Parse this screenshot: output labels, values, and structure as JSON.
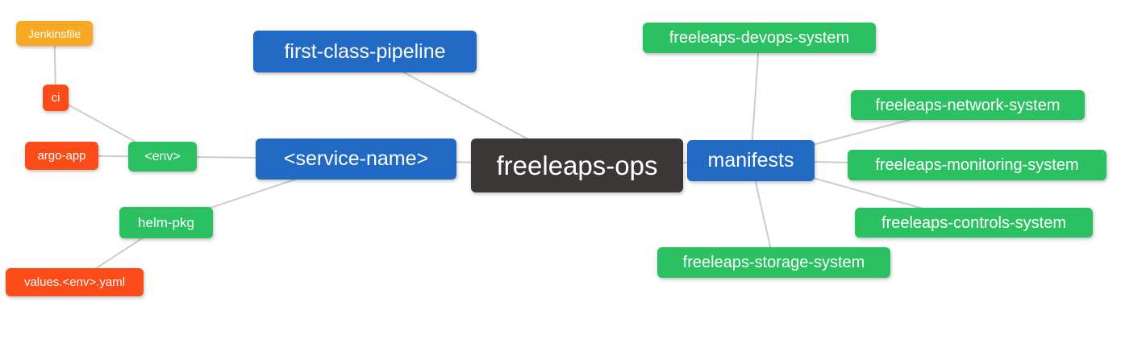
{
  "diagram": {
    "type": "mindmap",
    "root_label": "freeleaps-ops",
    "colors": {
      "background": "#FFFFFF",
      "edge": "#CCCCCC",
      "text": "#FFFFFF",
      "blue": "#2269C4",
      "green": "#2BC162",
      "red": "#FA4B19",
      "amber": "#F9A825",
      "dark": "#3B3737"
    },
    "nodes": [
      {
        "id": "jenkinsfile",
        "label": "Jenkinsfile",
        "color": "#F9A825"
      },
      {
        "id": "ci",
        "label": "ci",
        "color": "#FA4B19"
      },
      {
        "id": "argo-app",
        "label": "argo-app",
        "color": "#FA4B19"
      },
      {
        "id": "env",
        "label": "<env>",
        "color": "#2BC162"
      },
      {
        "id": "helm-pkg",
        "label": "helm-pkg",
        "color": "#2BC162"
      },
      {
        "id": "values-env-yaml",
        "label": "values.<env>.yaml",
        "color": "#FA4B19"
      },
      {
        "id": "first-class-pipeline",
        "label": "first-class-pipeline",
        "color": "#2269C4"
      },
      {
        "id": "service-name",
        "label": "<service-name>",
        "color": "#2269C4"
      },
      {
        "id": "freeleaps-ops",
        "label": "freeleaps-ops",
        "color": "#3B3737"
      },
      {
        "id": "manifests",
        "label": "manifests",
        "color": "#2269C4"
      },
      {
        "id": "freeleaps-devops-system",
        "label": "freeleaps-devops-system",
        "color": "#2BC162"
      },
      {
        "id": "freeleaps-network-system",
        "label": "freeleaps-network-system",
        "color": "#2BC162"
      },
      {
        "id": "freeleaps-monitoring-system",
        "label": "freeleaps-monitoring-system",
        "color": "#2BC162"
      },
      {
        "id": "freeleaps-controls-system",
        "label": "freeleaps-controls-system",
        "color": "#2BC162"
      },
      {
        "id": "freeleaps-storage-system",
        "label": "freeleaps-storage-system",
        "color": "#2BC162"
      }
    ],
    "edges": [
      {
        "from": "jenkinsfile",
        "to": "ci"
      },
      {
        "from": "ci",
        "to": "env"
      },
      {
        "from": "argo-app",
        "to": "env"
      },
      {
        "from": "env",
        "to": "service-name"
      },
      {
        "from": "helm-pkg",
        "to": "service-name"
      },
      {
        "from": "values-env-yaml",
        "to": "helm-pkg"
      },
      {
        "from": "first-class-pipeline",
        "to": "freeleaps-ops"
      },
      {
        "from": "service-name",
        "to": "freeleaps-ops"
      },
      {
        "from": "freeleaps-ops",
        "to": "manifests"
      },
      {
        "from": "manifests",
        "to": "freeleaps-devops-system"
      },
      {
        "from": "manifests",
        "to": "freeleaps-network-system"
      },
      {
        "from": "manifests",
        "to": "freeleaps-monitoring-system"
      },
      {
        "from": "manifests",
        "to": "freeleaps-controls-system"
      },
      {
        "from": "manifests",
        "to": "freeleaps-storage-system"
      }
    ]
  }
}
